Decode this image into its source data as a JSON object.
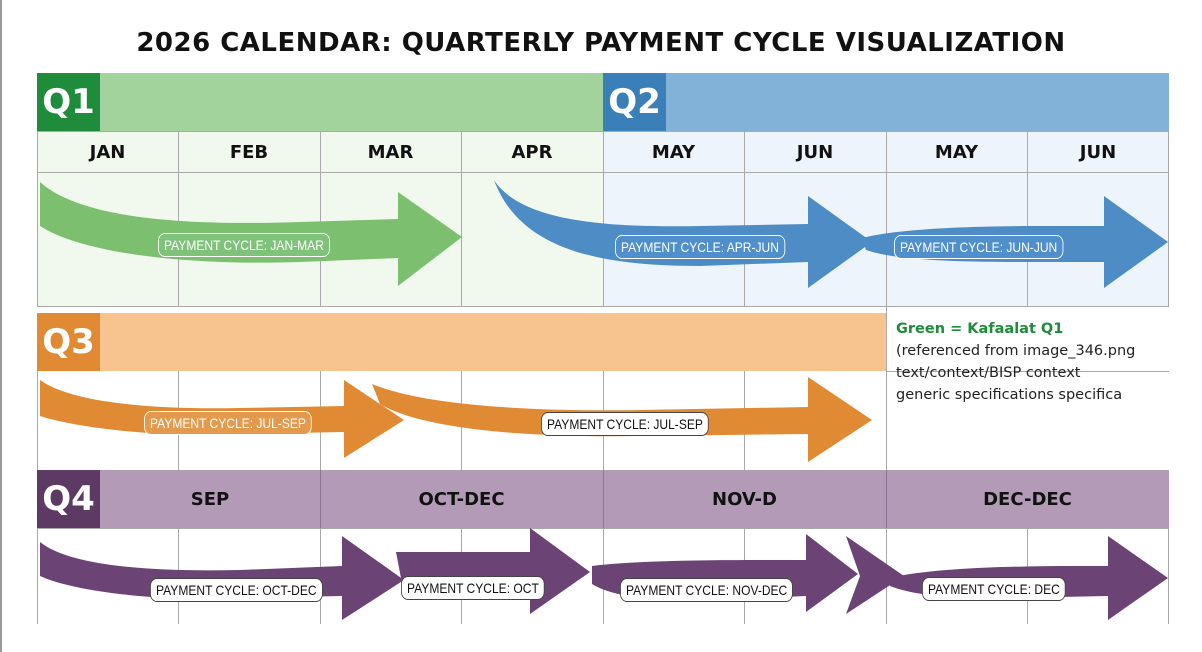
{
  "title": "2026 CALENDAR: QUARTERLY PAYMENT CYCLE VISUALIZATION",
  "colors": {
    "q1": "#1e8c3a",
    "q2": "#3b7fb8",
    "q3": "#e08a34",
    "q4": "#5c3a63"
  },
  "quarters": {
    "q1": "Q1",
    "q2": "Q2",
    "q3": "Q3",
    "q4": "Q4"
  },
  "months": [
    "JAN",
    "FEB",
    "MAR",
    "APR",
    "MAY",
    "JUN",
    "MAY",
    "JUN"
  ],
  "q4_labels": [
    "SEP",
    "OCT-DEC",
    "NOV-D",
    "DEC-DEC"
  ],
  "cycles": {
    "q1": "PAYMENT CYCLE: JAN-MAR",
    "q2a": "PAYMENT CYCLE: APR-JUN",
    "q2b": "PAYMENT CYCLE: JUN-JUN",
    "q3a": "PAYMENT CYCLE: JUL-SEP",
    "q3b": "PAYMENT CYCLE: JUL-SEP",
    "q4a": "PAYMENT CYCLE: OCT-DEC",
    "q4b": "PAYMENT CYCLE: OCT",
    "q4c": "PAYMENT CYCLE: NOV-DEC",
    "q4d": "PAYMENT CYCLE: DEC"
  },
  "legend": {
    "title": "Green = Kafaalat Q1",
    "lines": [
      "(referenced from image_346.png",
      "text/context/BISP context",
      "generic specifications specifica"
    ]
  }
}
